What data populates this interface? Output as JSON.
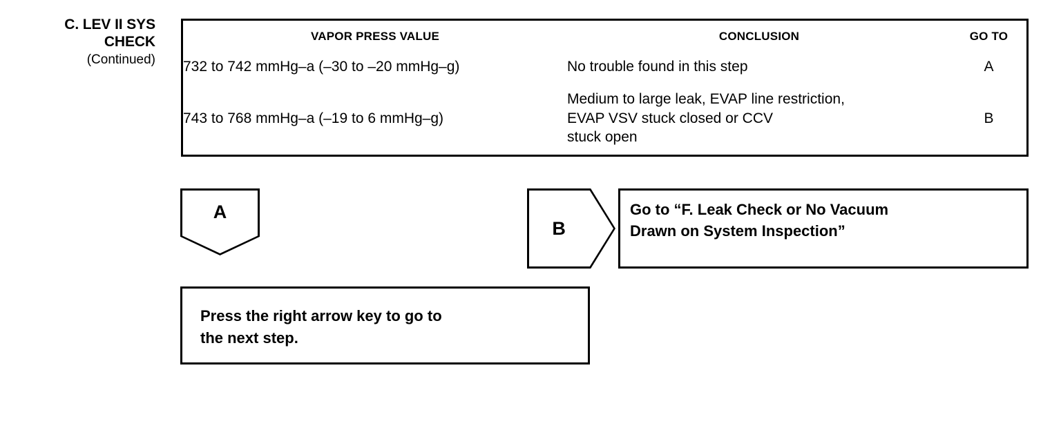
{
  "step": {
    "title_line1": "C. LEV II SYS",
    "title_line2": "CHECK",
    "continued": "(Continued)"
  },
  "table": {
    "headers": {
      "value": "VAPOR PRESS VALUE",
      "conclusion": "CONCLUSION",
      "goto": "GO TO"
    },
    "rows": [
      {
        "value": "732 to 742 mmHg–a (–30 to –20 mmHg–g)",
        "conclusion_lines": [
          "No trouble found in this step"
        ],
        "goto": "A"
      },
      {
        "value": "743 to 768 mmHg–a (–19 to 6 mmHg–g)",
        "conclusion_lines": [
          "Medium to large leak, EVAP line restriction,",
          "EVAP VSV stuck closed or CCV",
          "stuck open"
        ],
        "goto": "B"
      }
    ]
  },
  "connectors": {
    "a": "A",
    "b": "B"
  },
  "goto_box": {
    "line1": "Go to “F. Leak Check or No Vacuum",
    "line2": "Drawn on System Inspection”"
  },
  "press_box": {
    "line1": "Press the right arrow key to go to",
    "line2": "the next step."
  },
  "colors": {
    "ink": "#000000",
    "paper": "#ffffff"
  }
}
